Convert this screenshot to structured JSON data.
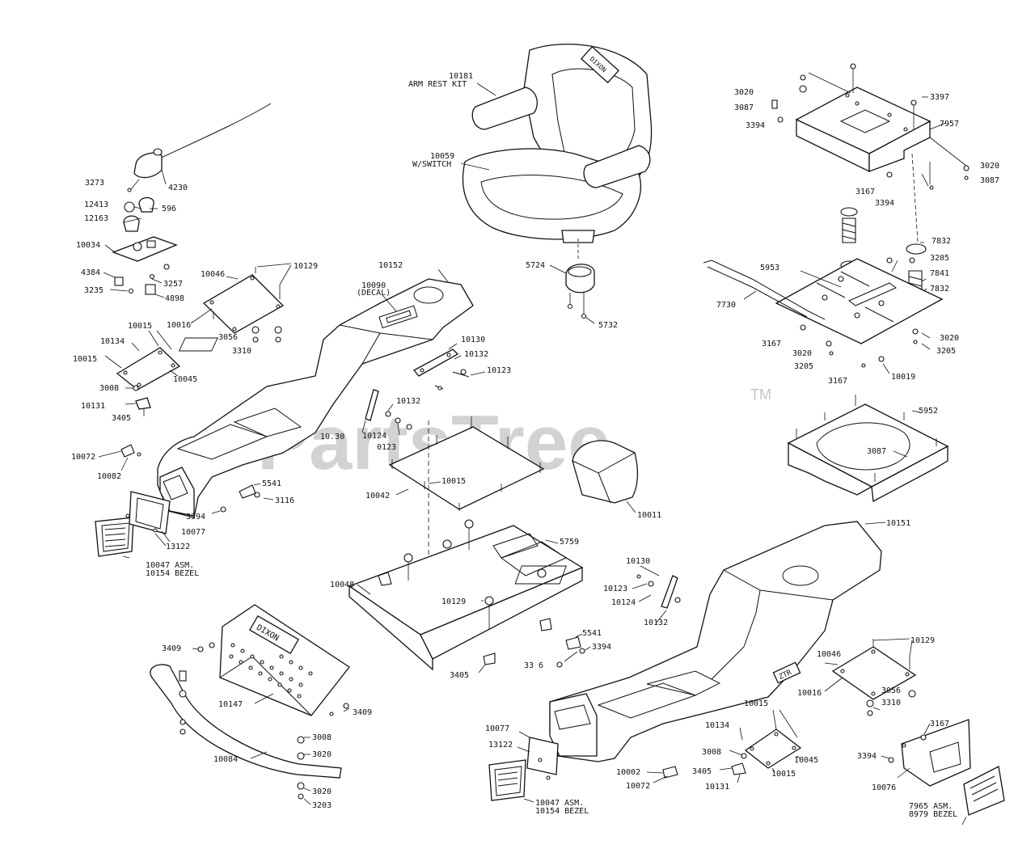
{
  "watermark": {
    "text": "PartsTree",
    "mark": "TM"
  },
  "callouts": {
    "c_10181": "10181",
    "c_armrest": "ARM REST KIT",
    "c_10059": "10059",
    "c_wswitch": "W/SWITCH",
    "c_5724": "5724",
    "c_5732": "5732",
    "c_3273": "3273",
    "c_4230": "4230",
    "c_12413": "12413",
    "c_12163": "12163",
    "c_596": "596",
    "c_10034": "10034",
    "c_4384": "4384",
    "c_3235": "3235",
    "c_3257": "3257",
    "c_4898": "4898",
    "c_10046a": "10046",
    "c_10129a": "10129",
    "c_10016a": "10016",
    "c_3056a": "3056",
    "c_3310a": "3310",
    "c_10152": "10152",
    "c_10090": "10090",
    "c_decal": "(DECAL)",
    "c_10015a": "10015",
    "c_10134a": "10134",
    "c_10015b": "10015",
    "c_3008a": "3008",
    "c_10131a": "10131",
    "c_3405a": "3405",
    "c_10045a": "10045",
    "c_10130a": "10130",
    "c_10132a": "10132",
    "c_10123a": "10123",
    "c_10130b": "10.30",
    "c_10132b": "10132",
    "c_10124a": "10124",
    "c_0123": "0123",
    "c_10072a": "10072",
    "c_10082": "10082",
    "c_5541a": "5541",
    "c_3116a": "3116",
    "c_3394a": "3394",
    "c_10077a": "10077",
    "c_13122a": "13122",
    "c_10047a": "10047 ASM.",
    "c_10154a": "10154 BEZEL",
    "c_10042": "10042",
    "c_10015c": "10015",
    "c_10011": "10011",
    "c_3020a": "3020",
    "c_3087a": "3087",
    "c_3394b": "3394",
    "c_3397": "3397",
    "c_7957": "7957",
    "c_3020b": "3020",
    "c_3087b": "3087",
    "c_3167a": "3167",
    "c_3394c": "3394",
    "c_7832a": "7832",
    "c_3205a": "3205",
    "c_7841": "7841",
    "c_7832b": "7832",
    "c_5953": "5953",
    "c_7730": "7730",
    "c_3167b": "3167",
    "c_3020c": "3020",
    "c_3205b": "3205",
    "c_3020d": "3020",
    "c_3205c": "3205",
    "c_3167c": "3167",
    "c_10019": "10019",
    "c_5952": "5952",
    "c_3087c": "3087",
    "c_10048": "10048",
    "c_5759": "5759",
    "c_10129b": "10129",
    "c_3405b": "3405",
    "c_5541b": "5541",
    "c_3394d": "3394",
    "c_3316b": "33 6",
    "c_10151": "10151",
    "c_10130c": "10130",
    "c_10123b": "10123",
    "c_10124b": "10124",
    "c_10132c": "10132",
    "c_3409a": "3409",
    "c_10147": "10147",
    "c_3409b": "3409",
    "c_10084": "10084",
    "c_3008b": "3008",
    "c_3020e": "3020",
    "c_3020f": "3020",
    "c_3203": "3203",
    "c_10077b": "10077",
    "c_13122b": "13122",
    "c_10047b": "10047 ASM.",
    "c_10154b": "10154 BEZEL",
    "c_10002": "10002",
    "c_10072b": "10072",
    "c_10134b": "10134",
    "c_10015d": "10015",
    "c_3008c": "3008",
    "c_3405c": "3405",
    "c_10131b": "10131",
    "c_10015e": "10015",
    "c_10045b": "10045",
    "c_10046b": "10046",
    "c_10129c": "10129",
    "c_10016b": "10016",
    "c_3056b": "3056",
    "c_3310b": "3310",
    "c_3167d": "3167",
    "c_3394e": "3394",
    "c_10076": "10076",
    "c_7965": "7965 ASM.",
    "c_8979": "8979 BEZEL"
  },
  "brand_badges": {
    "seat": "DIXON",
    "grille": "DIXON",
    "console": "ZTR"
  }
}
